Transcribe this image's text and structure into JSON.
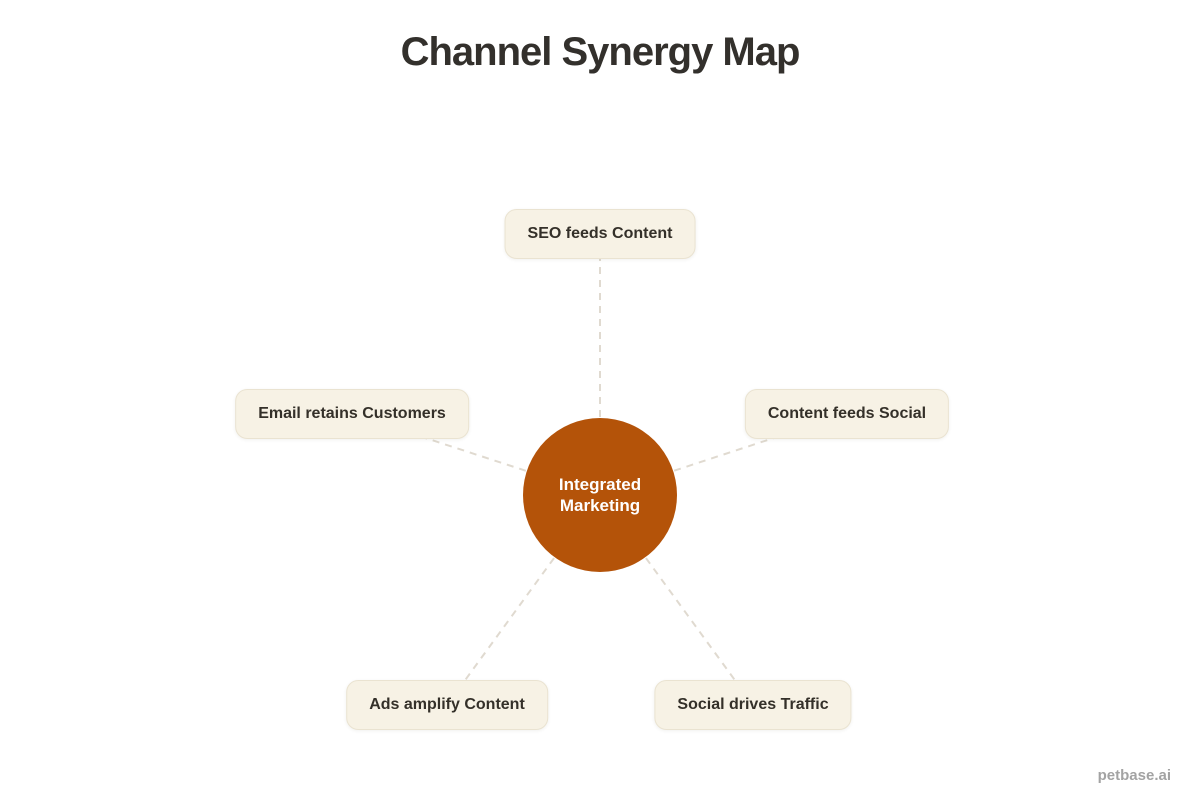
{
  "title": "Channel Synergy Map",
  "diagram": {
    "center": {
      "label": "Integrated Marketing"
    },
    "nodes": [
      {
        "id": "seo-feeds-content",
        "label": "SEO feeds Content"
      },
      {
        "id": "email-retains-customers",
        "label": "Email retains Customers"
      },
      {
        "id": "content-feeds-social",
        "label": "Content feeds Social"
      },
      {
        "id": "ads-amplify-content",
        "label": "Ads amplify Content"
      },
      {
        "id": "social-drives-traffic",
        "label": "Social drives Traffic"
      }
    ]
  },
  "watermark": "petbase.ai",
  "colors": {
    "background": "#FFFFFF",
    "title_text": "#33302C",
    "hub_fill": "#B45309",
    "hub_text": "#FFFFFF",
    "node_fill": "#F7F2E5",
    "node_border": "#EAE3D1",
    "node_text": "#343029",
    "connector": "#E0DAD0",
    "watermark_text": "#A3A3A3"
  }
}
